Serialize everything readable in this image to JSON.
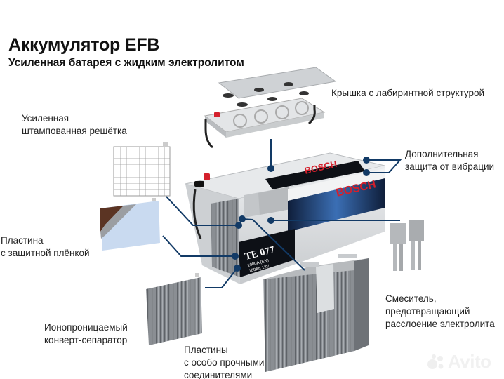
{
  "header": {
    "title": "Аккумулятор EFB",
    "subtitle": "Усиленная батарея с жидким электролитом"
  },
  "callouts": [
    {
      "id": "lid",
      "text": "Крышка с лабиринтной структурой"
    },
    {
      "id": "vibration",
      "text": "Дополнительная\nзащита от вибрации"
    },
    {
      "id": "grid",
      "text": "Усиленная\nштампованная решётка"
    },
    {
      "id": "plate",
      "text": "Пластина\nс защитной плёнкой"
    },
    {
      "id": "separator",
      "text": "Ионопроницаемый\nконверт-сепаратор"
    },
    {
      "id": "plates",
      "text": "Пластины\nс особо прочными\nсоединителями"
    },
    {
      "id": "mixer",
      "text": "Смеситель,\nпредотвращающий\nрасслоение электролита"
    }
  ],
  "battery": {
    "brand": "BOSCH",
    "model": "TE 077",
    "spec_line1": "1000A (EN)",
    "spec_line2": "180Ah 12V"
  },
  "colors": {
    "leader_line": "#123a66",
    "brand_red": "#d4202c",
    "label_black": "#111111",
    "case_grey": "#d9dbdd"
  },
  "watermark": {
    "text": "Avito"
  }
}
